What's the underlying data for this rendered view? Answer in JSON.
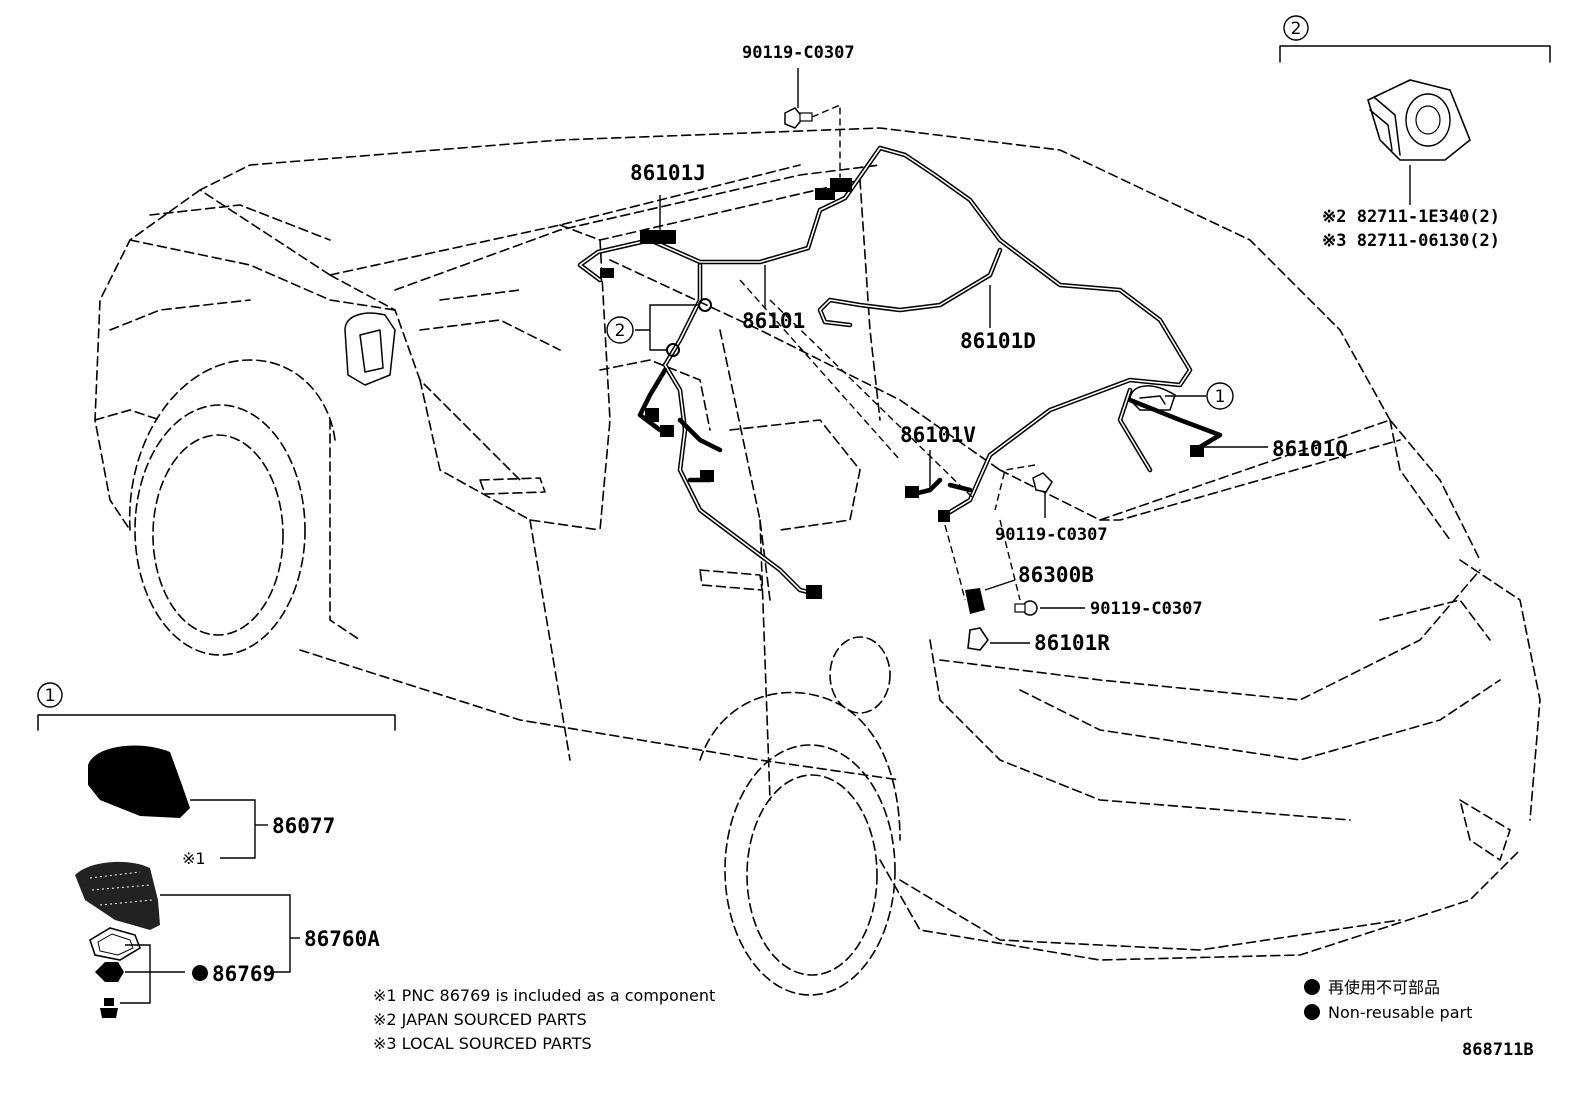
{
  "callouts": {
    "p_90119_top": "90119-C0307",
    "p_86101J": "86101J",
    "p_86101": "86101",
    "p_86101D": "86101D",
    "p_86101V": "86101V",
    "p_86101Q": "86101Q",
    "p_90119_mid": "90119-C0307",
    "p_86300B": "86300B",
    "p_90119_low": "90119-C0307",
    "p_86101R": "86101R",
    "p_86077": "86077",
    "p_86760A": "86760A",
    "p_86769": "86769",
    "mark_x1": "※1"
  },
  "ref_circles": {
    "one": "1",
    "two": "2"
  },
  "inset_1": {
    "number": "1"
  },
  "inset_2": {
    "number": "2",
    "line_a": "※2 82711-1E340(2)",
    "line_b": "※3 82711-06130(2)"
  },
  "footnotes": [
    "※1 PNC 86769 is included as a component",
    "※2 JAPAN SOURCED PARTS",
    "※3 LOCAL SOURCED PARTS"
  ],
  "legend": {
    "jp": "再使用不可部品",
    "en": "Non-reusable part"
  },
  "figure_id": "868711B"
}
